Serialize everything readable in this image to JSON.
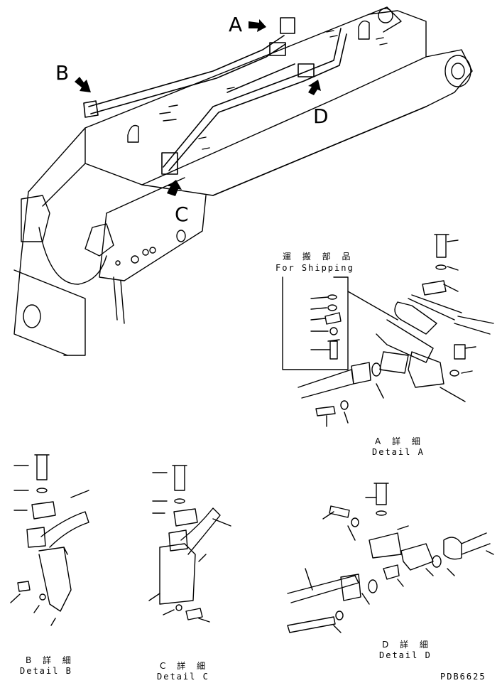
{
  "view_labels": {
    "a": "A",
    "b": "B",
    "c": "C",
    "d": "D"
  },
  "shipping": {
    "jp": "運 搬 部 品",
    "en": "For Shipping"
  },
  "details": {
    "a": {
      "jp": "A 詳 細",
      "en": "Detail A"
    },
    "b": {
      "jp": "B 詳 細",
      "en": "Detail B"
    },
    "c": {
      "jp": "C 詳 細",
      "en": "Detail C"
    },
    "d": {
      "jp": "D 詳 細",
      "en": "Detail D"
    }
  },
  "drawing_code": "PDB6625"
}
